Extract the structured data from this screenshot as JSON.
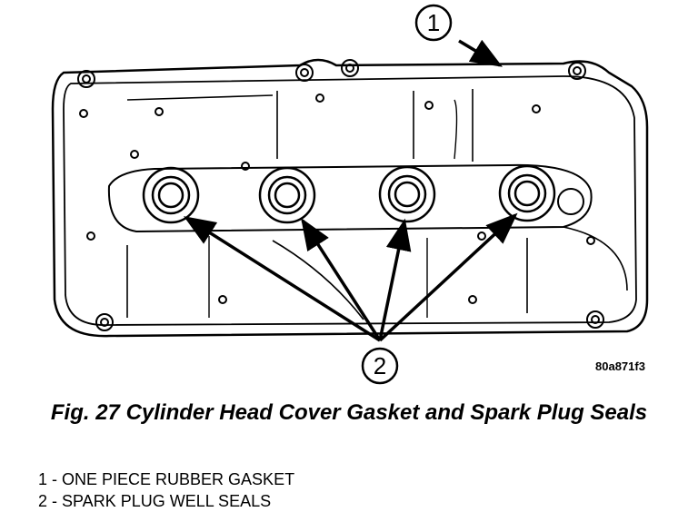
{
  "callouts": {
    "one": "1",
    "two": "2"
  },
  "figure_code": "80a871f3",
  "caption": "Fig. 27 Cylinder Head Cover Gasket and Spark Plug Seals",
  "legend": [
    "1 - ONE PIECE RUBBER GASKET",
    "2 - SPARK PLUG WELL SEALS"
  ]
}
